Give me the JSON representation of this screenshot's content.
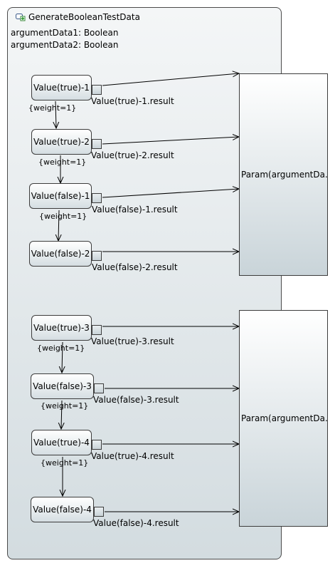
{
  "activity": {
    "title": "GenerateBooleanTestData",
    "icon": "activity-icon",
    "attributes": [
      "argumentData1: Boolean",
      "argumentData2: Boolean"
    ]
  },
  "nodes": [
    {
      "label": "Value(true)-1",
      "pin_label": "Value(true)-1.result",
      "weight": "{weight=1}"
    },
    {
      "label": "Value(true)-2",
      "pin_label": "Value(true)-2.result",
      "weight": "{weight=1}"
    },
    {
      "label": "Value(false)-1",
      "pin_label": "Value(false)-1.result",
      "weight": "{weight=1}"
    },
    {
      "label": "Value(false)-2",
      "pin_label": "Value(false)-2.result"
    },
    {
      "label": "Value(true)-3",
      "pin_label": "Value(true)-3.result",
      "weight": "{weight=1}"
    },
    {
      "label": "Value(false)-3",
      "pin_label": "Value(false)-3.result",
      "weight": "{weight=1}"
    },
    {
      "label": "Value(true)-4",
      "pin_label": "Value(true)-4.result",
      "weight": "{weight=1}"
    },
    {
      "label": "Value(false)-4",
      "pin_label": "Value(false)-4.result"
    }
  ],
  "params": [
    {
      "label": "Param(argumentDa..."
    },
    {
      "label": "Param(argumentDa..."
    }
  ]
}
